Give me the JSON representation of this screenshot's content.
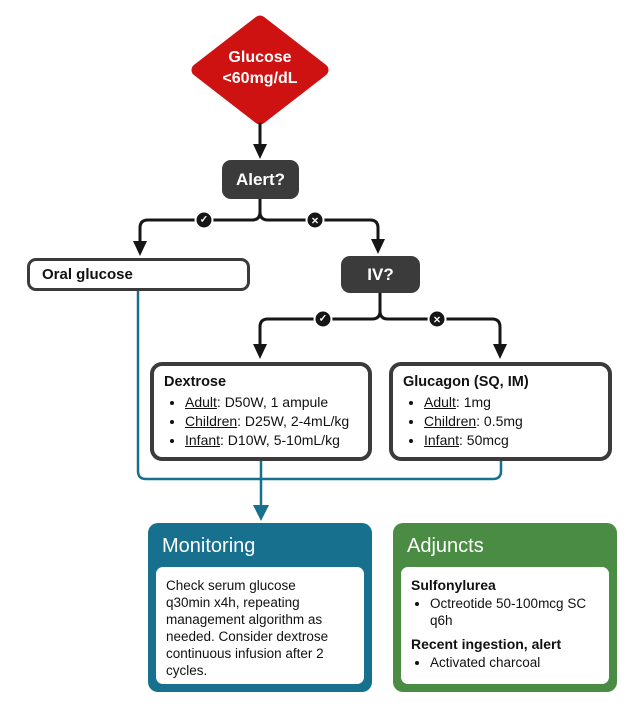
{
  "palette": {
    "red": "#ce1111",
    "dark": "#3b3b3b",
    "teal": "#17708d",
    "green": "#4b8c45",
    "line": "#161616"
  },
  "start_diamond": {
    "label": "Glucose\n<60mg/dL"
  },
  "decisions": {
    "alert": {
      "label": "Alert?"
    },
    "iv": {
      "label": "IV?"
    }
  },
  "branch_icons": {
    "yes_glyph": "✓",
    "no_glyph": "×"
  },
  "oral_glucose": {
    "label": "Oral glucose"
  },
  "dextrose": {
    "title": "Dextrose",
    "items": [
      {
        "lead": "Adult",
        "rest": ": D50W, 1 ampule"
      },
      {
        "lead": "Children",
        "rest": ": D25W, 2-4mL/kg"
      },
      {
        "lead": "Infant",
        "rest": ": D10W, 5-10mL/kg"
      }
    ]
  },
  "glucagon": {
    "title": "Glucagon (SQ, IM)",
    "items": [
      {
        "lead": "Adult",
        "rest": ": 1mg"
      },
      {
        "lead": "Children",
        "rest": ": 0.5mg"
      },
      {
        "lead": "Infant",
        "rest": ": 50mcg"
      }
    ]
  },
  "monitoring": {
    "title": "Monitoring",
    "body": "Check serum glucose q30min x4h, repeating management algorithm as needed. Consider dextrose continuous infusion after 2 cycles."
  },
  "adjuncts": {
    "title": "Adjuncts",
    "sections": [
      {
        "heading": "Sulfonylurea",
        "items": [
          "Octreotide 50-100mcg SC q6h"
        ]
      },
      {
        "heading": "Recent ingestion, alert",
        "items": [
          "Activated charcoal"
        ]
      }
    ]
  }
}
